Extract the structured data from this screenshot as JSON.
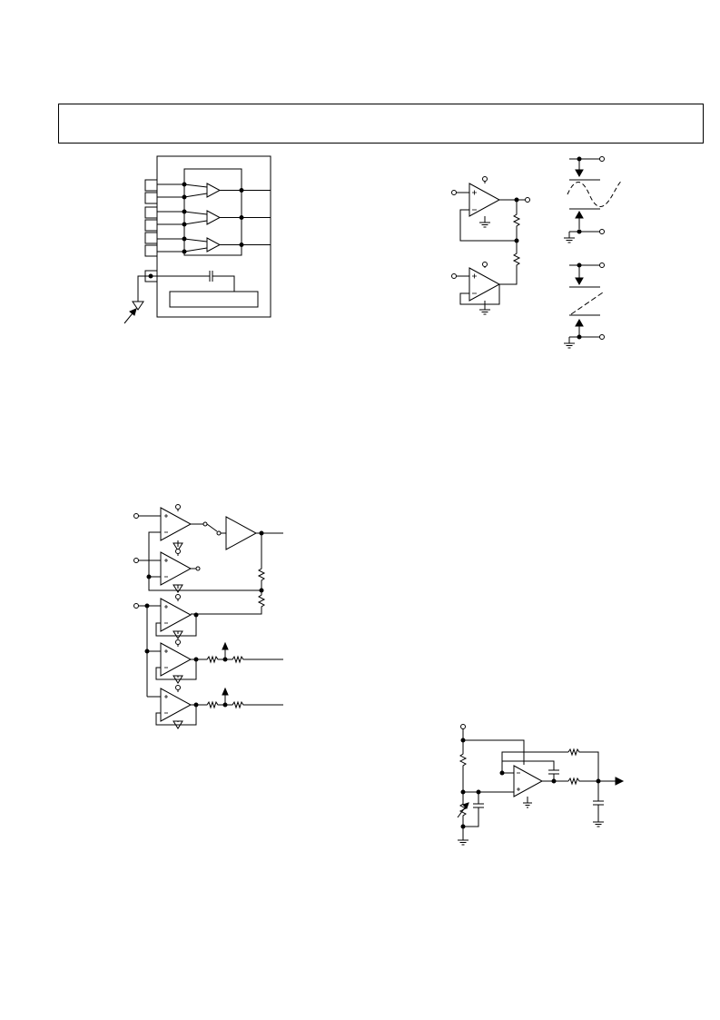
{
  "header": {
    "title": ""
  },
  "figures": [
    {
      "id": "mux-block",
      "caption": ""
    },
    {
      "id": "opamp-resistor-waveforms",
      "caption": ""
    },
    {
      "id": "amplifier-chain",
      "caption": ""
    },
    {
      "id": "oscillator-circuit",
      "caption": ""
    }
  ],
  "colors": {
    "ink": "#000000",
    "background": "#ffffff"
  }
}
